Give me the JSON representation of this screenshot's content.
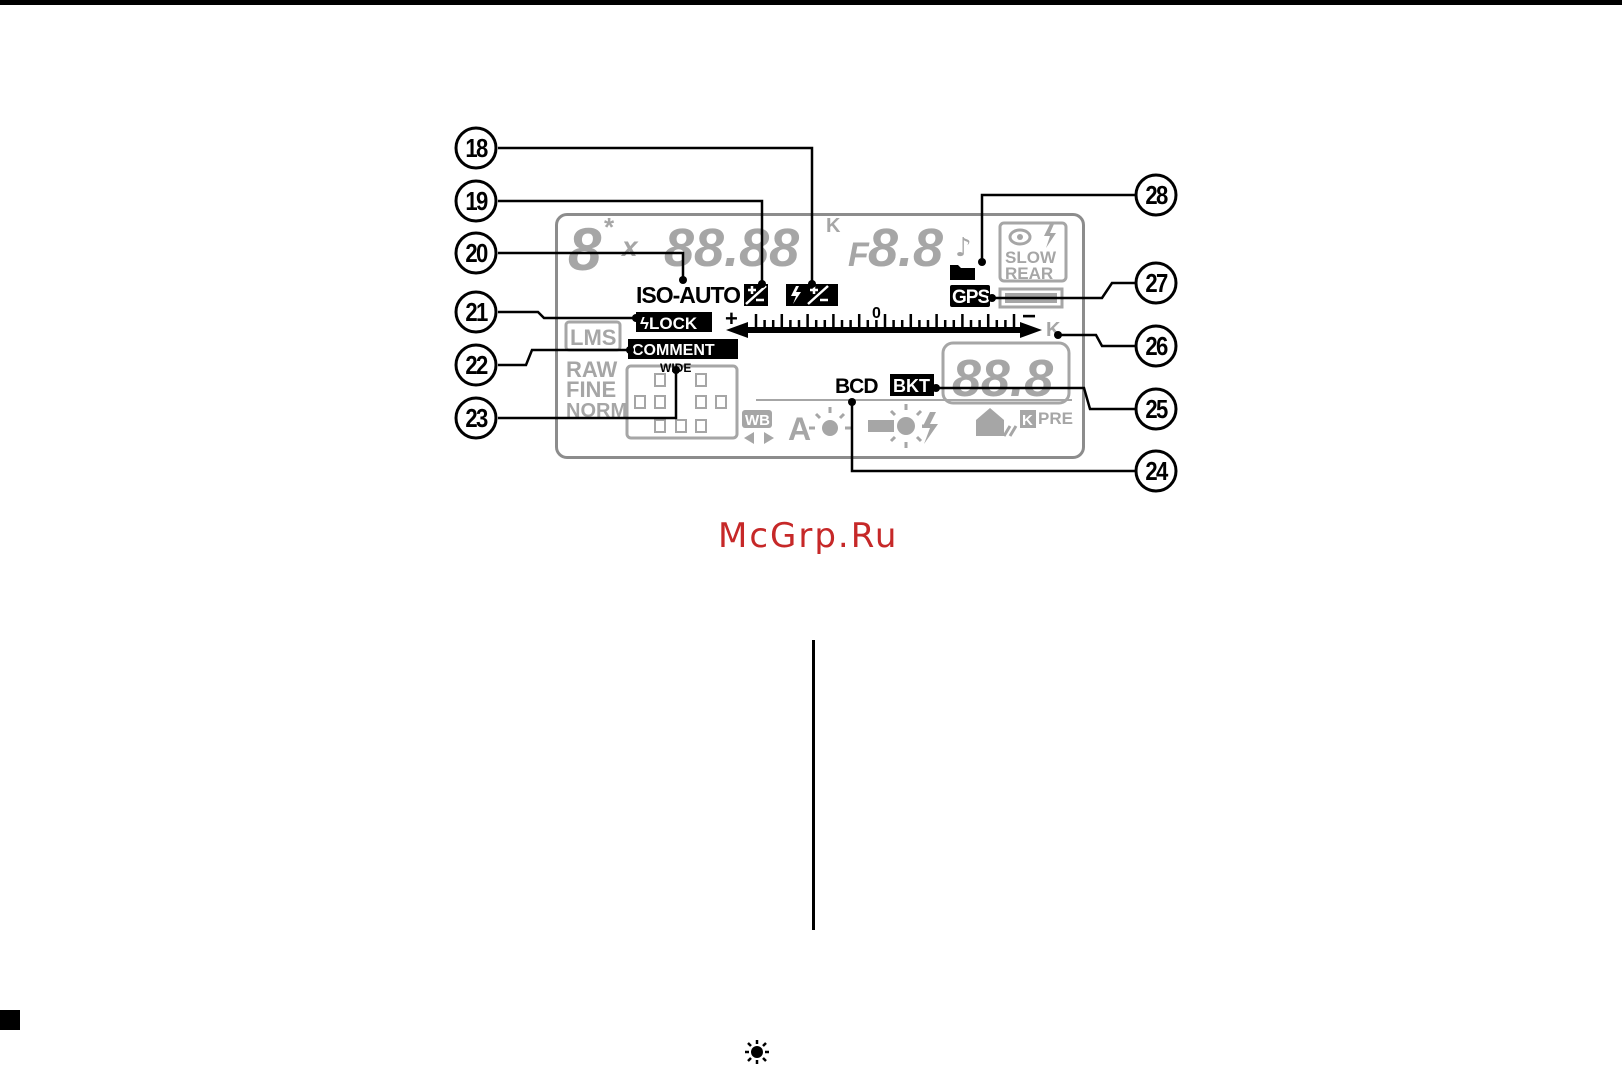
{
  "callouts": [
    "18",
    "19",
    "20",
    "21",
    "22",
    "23",
    "24",
    "25",
    "26",
    "27",
    "28"
  ],
  "lcd": {
    "iso_auto": "ISO-AUTO",
    "flash_lock": "ϟLOCK",
    "comment": "COMMENT",
    "wide": "WIDE",
    "bcd": "BCD",
    "bkt": "BKT",
    "gps": "GPS",
    "shutter_digits": "88.88",
    "aperture_digits": "8.8",
    "k_label": "K",
    "f_label": "F",
    "x_label": "x",
    "asterisk": "*",
    "zero_mark": "0",
    "plus_mark": "+",
    "minus_mark": "−",
    "slow": "SLOW",
    "rear": "REAR",
    "raw": "RAW",
    "fine": "FINE",
    "norm": "NORM",
    "lms": "LMS",
    "wb": "WB",
    "a_label": "A",
    "pre": "PRE",
    "k_box": "K",
    "counter_digits": "88.8"
  },
  "watermark": "McGrp.Ru",
  "colors": {
    "ink": "#000000",
    "dim": "#a6a6a6",
    "watermark": "#c62828"
  },
  "icons": [
    "flash-exposure-compensation-icon",
    "exposure-compensation-icon",
    "folder-icon",
    "red-eye-icon",
    "wb-incandescent-icon",
    "flash-icon",
    "bulb-icon"
  ]
}
